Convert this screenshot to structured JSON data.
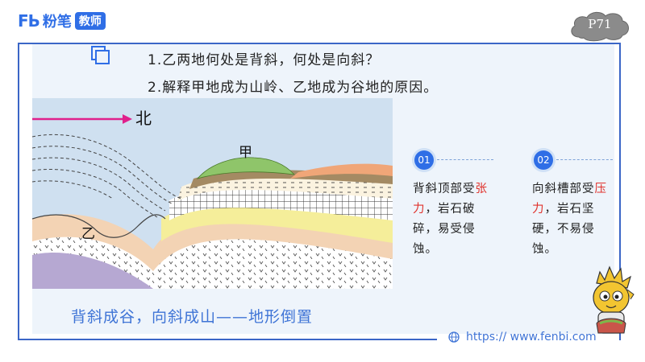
{
  "header": {
    "logo_mark": "FЬ",
    "logo_name": "粉笔",
    "logo_tag": "教师",
    "page_number": "P71"
  },
  "questions": [
    "1.乙两地何处是背斜，何处是向斜？",
    "2.解释甲地成为山岭、乙地成为谷地的原因。"
  ],
  "diagram": {
    "north_label": "北",
    "jia_label": "甲",
    "yi_label": "乙"
  },
  "notes": [
    {
      "number": "01",
      "text_before": "背斜顶部受",
      "highlight": "张力",
      "text_after": "，岩石破碎，易受侵蚀。"
    },
    {
      "number": "02",
      "text_before": "向斜槽部受",
      "highlight": "压力",
      "text_after": "，岩石坚硬，不易侵蚀。"
    }
  ],
  "conclusion": "背斜成谷，向斜成山——地形倒置",
  "footer": {
    "url": "https:// www.fenbi.com"
  },
  "colors": {
    "brand_blue": "#2f6ee6",
    "highlight_red": "#e0322c",
    "north_arrow": "#e0208c"
  }
}
